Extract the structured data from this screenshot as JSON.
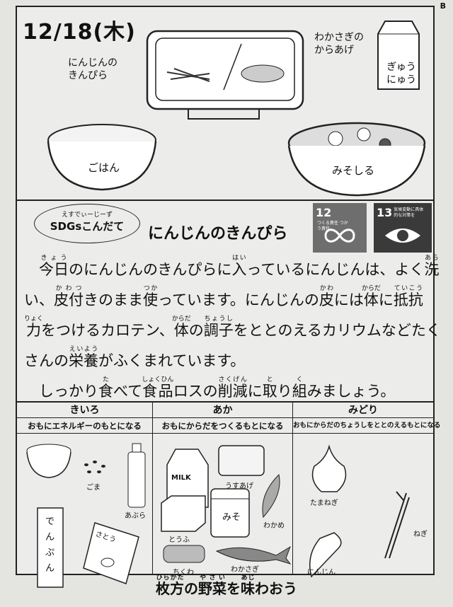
{
  "corner_label": "B",
  "date": "12/18(木)",
  "menu": {
    "kinpira": "にんじんの\nきんぴら",
    "wakasagi": "わかさぎの\nからあげ",
    "milk": "ぎゅう\nにゅう",
    "rice": "ごはん",
    "miso": "みそしる"
  },
  "sdgs": {
    "bubble_ruby": "えすでぃーじーず",
    "bubble_label": "SDGsこんだて",
    "dish_title": "にんじんのきんぴら",
    "goals": [
      {
        "num": "12",
        "text": "つくる責任 つかう責任",
        "color": "#6e6e6e"
      },
      {
        "num": "13",
        "text": "気候変動に具体的な対策を",
        "color": "#3a3a3a"
      }
    ]
  },
  "paragraph": [
    [
      {
        "t": "　"
      },
      {
        "t": "今日",
        "r": "きょう"
      },
      {
        "t": "のにんじんのきんぴらに"
      },
      {
        "t": "入",
        "r": "はい"
      },
      {
        "t": "っているにんじんは、よく"
      },
      {
        "t": "洗",
        "r": "あら"
      }
    ],
    [
      {
        "t": "い、"
      },
      {
        "t": "皮付",
        "r": "かわつ"
      },
      {
        "t": "きのまま"
      },
      {
        "t": "使",
        "r": "つか"
      },
      {
        "t": "っています。にんじんの"
      },
      {
        "t": "皮",
        "r": "かわ"
      },
      {
        "t": "には"
      },
      {
        "t": "体",
        "r": "からだ"
      },
      {
        "t": "に"
      },
      {
        "t": "抵抗",
        "r": "ていこう"
      }
    ],
    [
      {
        "t": "力",
        "r": "りょく"
      },
      {
        "t": "をつけるカロテン、"
      },
      {
        "t": "体",
        "r": "からだ"
      },
      {
        "t": "の"
      },
      {
        "t": "調子",
        "r": "ちょうし"
      },
      {
        "t": "をととのえるカリウムなどたく"
      }
    ],
    [
      {
        "t": "さんの"
      },
      {
        "t": "栄養",
        "r": "えいよう"
      },
      {
        "t": "がふくまれています。"
      }
    ],
    [
      {
        "t": "　しっかり"
      },
      {
        "t": "食",
        "r": "た"
      },
      {
        "t": "べて"
      },
      {
        "t": "食品",
        "r": "しょくひん"
      },
      {
        "t": "ロスの"
      },
      {
        "t": "削減",
        "r": "さくげん"
      },
      {
        "t": "に"
      },
      {
        "t": "取",
        "r": "と"
      },
      {
        "t": "り"
      },
      {
        "t": "組",
        "r": "く"
      },
      {
        "t": "みましょう。"
      }
    ]
  ],
  "groups": [
    {
      "name": "きいろ",
      "desc": "おもにエネルギーのもとになる",
      "items": [
        "ごま",
        "あぶら",
        "でんぷん",
        "さとう"
      ]
    },
    {
      "name": "あか",
      "desc": "おもにからだをつくるもとになる",
      "items": [
        "MILK",
        "うすあげ",
        "わかめ",
        "みそ",
        "とうふ",
        "ちくわ",
        "わかさぎ"
      ]
    },
    {
      "name": "みどり",
      "desc": "おもにからだのちょうしをととのえるもとになる",
      "items": [
        "たまねぎ",
        "ねぎ",
        "にんじん"
      ]
    }
  ],
  "footer": [
    {
      "t": "枚方",
      "r": "ひらかた"
    },
    {
      "t": "の"
    },
    {
      "t": "野菜",
      "r": "やさい"
    },
    {
      "t": "を"
    },
    {
      "t": "味",
      "r": "あじ"
    },
    {
      "t": "わおう"
    }
  ]
}
